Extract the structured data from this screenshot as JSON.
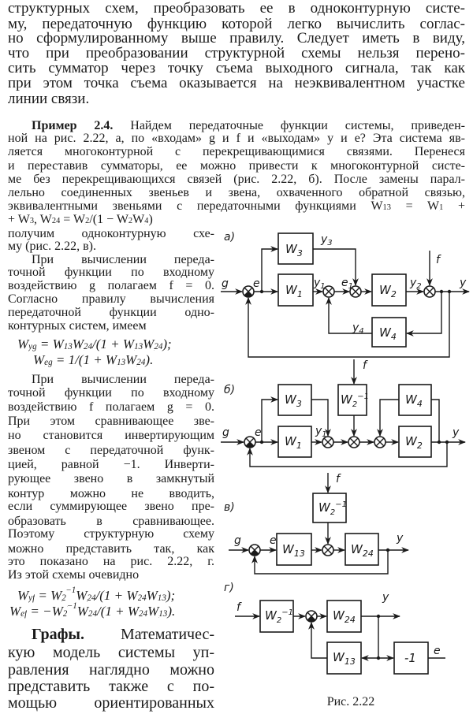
{
  "intro": [
    "структурных схем, преобразовать ее в одноконтурную систе-",
    "му, передаточную функцию которой легко вычислить соглас-",
    "но сформулированному выше правилу. Следует иметь в виду,",
    "что при преобразовании структурной схемы нельзя перено-",
    "сить сумматор через точку съема выходного сигнала, так как",
    "при этом точка съема оказывается на неэквивалентном участке",
    "линии связи."
  ],
  "example": {
    "heading": "Пример 2.4.",
    "lines": [
      " Найдем передаточные функции системы, приведен-",
      "ной на рис. 2.22, а, по «входам» g и f и «выходам» y и e? Эта система яв-",
      "ляется многоконтурной с перекрещивающимися связями. Перенеся",
      "и переставив сумматоры, ее можно привести к многоконтурной систе-",
      "ме без перекрещивающихся связей (рис. 2.22, б). После замены парал-",
      "лельно соединенных звеньев и звена, охваченного обратной связью,"
    ],
    "line7": [
      "эквивалентными звеньями с передаточными функциями W",
      "_13",
      " = W",
      "_1",
      " +"
    ],
    "line8": [
      "+ W",
      "_3",
      ", W",
      "_24",
      " = W",
      "_2",
      "/(1 − W",
      "_2",
      "W",
      "_4",
      ")"
    ]
  },
  "left_column": {
    "part1": [
      "получим одноконтурную схе-",
      "му (рис. 2.22, в).",
      "При вычислении переда-",
      "точной функции по входному",
      "воздействию g полагаем f = 0.",
      "Согласно правилу вычисления",
      "передаточной функции одно-",
      "контурных систем, имеем"
    ],
    "formula_wyg": [
      "W",
      "_yg",
      " = W",
      "_13",
      "W",
      "_24",
      "/(1 + W",
      "_13",
      "W",
      "_24",
      ");"
    ],
    "formula_weg": [
      "W",
      "_eg",
      " = 1/(1 + W",
      "_13",
      "W",
      "_24",
      ")."
    ],
    "part2": [
      "При вычислении переда-",
      "точной функции по входному",
      "воздействию f полагаем g = 0.",
      "При этом сравнивающее зве-",
      "но становится инвертирующим",
      "звеном с передаточной функ-",
      "цией, равной −1. Инверти-",
      "рующее звено в замкнутый",
      "контур можно не вводить,",
      "если суммирующее звено пре-",
      "образовать в сравнивающее.",
      "Поэтому структурную схему",
      "можно представить так, как",
      "это показано на рис. 2.22, г.",
      "Из этой схемы очевидно"
    ],
    "formula_wyf": [
      "W",
      "_yf",
      " = W",
      "_2",
      "^−1",
      "W",
      "_24",
      "/(1 + W",
      "_24",
      "W",
      "_13",
      ");"
    ],
    "formula_wef": [
      "W",
      "_ef",
      " = −W",
      "_2",
      "^−1",
      "W",
      "_24",
      "/(1 + W",
      "_24",
      "W",
      "_13",
      ")."
    ],
    "graphs_heading": "Графы.",
    "graphs_lines": [
      " Математичес-",
      "кую модель системы уп-",
      "равления наглядно можно",
      "представить также с по-",
      "мощью ориентированных"
    ]
  },
  "figure": {
    "caption": "Рис. 2.22",
    "a": {
      "label": "а)",
      "W": "W",
      "s1": "1",
      "s2": "2",
      "s3": "3",
      "s4": "4",
      "g": "g",
      "e": "e",
      "y": "y",
      "f": "f",
      "e1": "e",
      "y1": "y",
      "y2": "y",
      "y3": "y",
      "y4": "y"
    },
    "b": {
      "label": "б)",
      "W": "W",
      "s1": "1",
      "s2": "2",
      "s3": "3",
      "s4": "4",
      "inv": "−1",
      "g": "g",
      "e": "e",
      "y": "y",
      "f": "f",
      "y1": "y"
    },
    "v": {
      "label": "в)",
      "W": "W",
      "s13": "13",
      "s24": "24",
      "s2": "2",
      "inv": "−1",
      "g": "g",
      "e": "e",
      "y": "y",
      "f": "f"
    },
    "g": {
      "label": "г)",
      "W": "W",
      "s13": "13",
      "s24": "24",
      "s2": "2",
      "inv": "−1",
      "minus_one": "-1",
      "f": "f",
      "y": "y",
      "e": "e"
    }
  }
}
